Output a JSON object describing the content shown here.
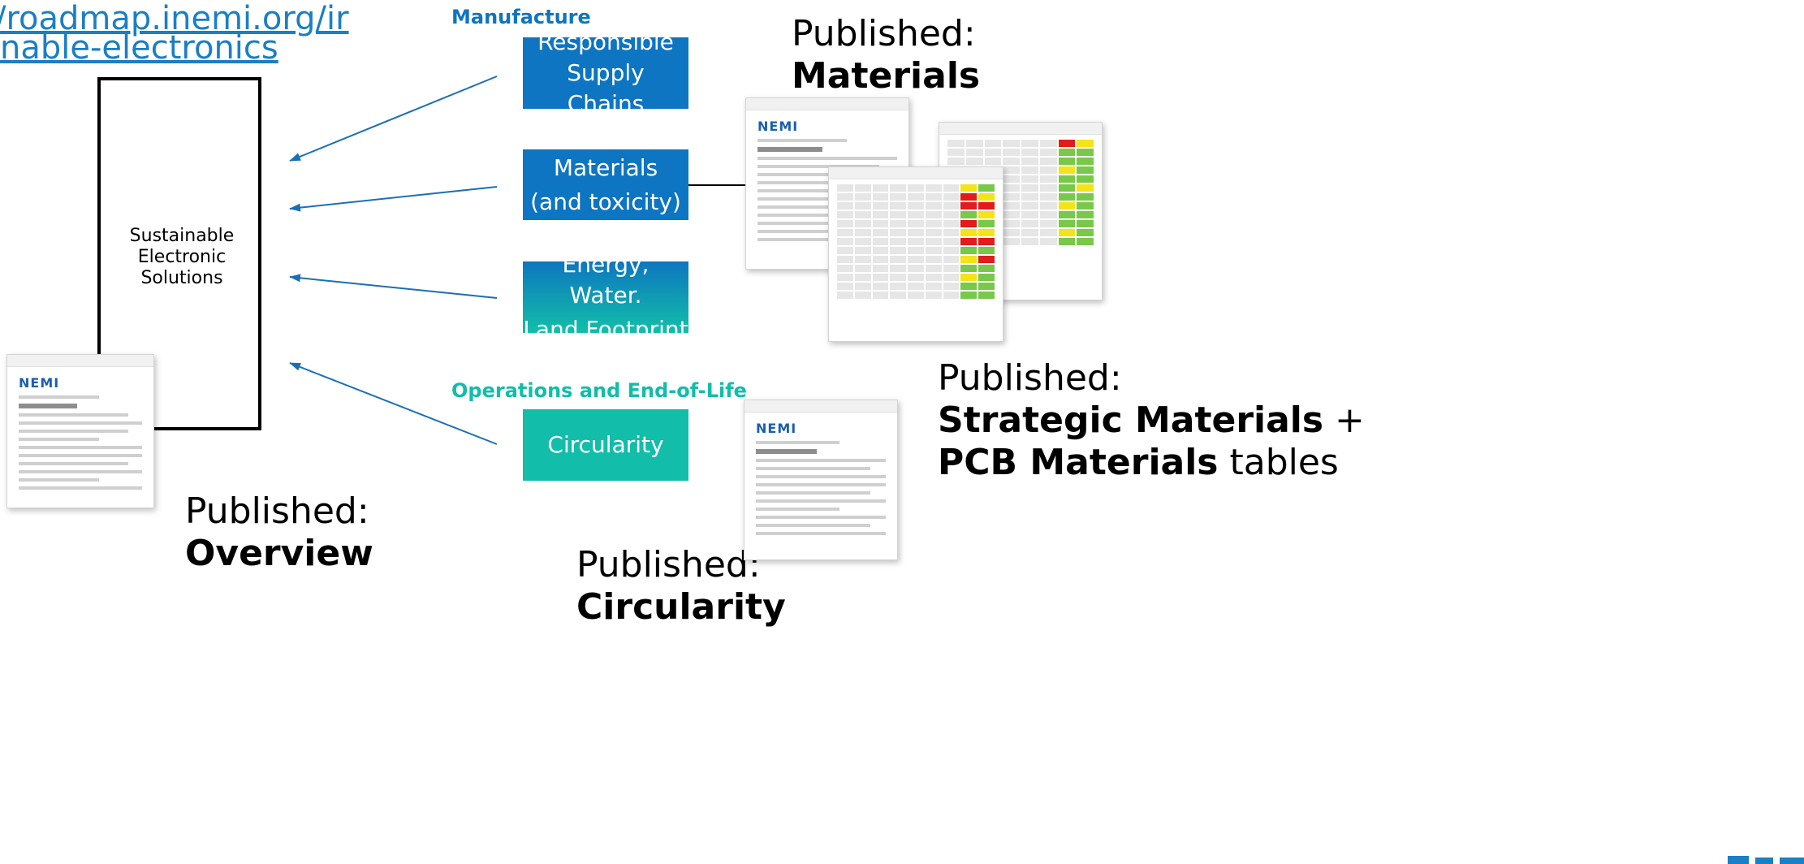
{
  "url": {
    "line1": "/roadmap.inemi.org/ir",
    "line2": "nable-electronics"
  },
  "sections": {
    "manufacture": "Manufacture",
    "operations": "Operations and End-of-Life"
  },
  "main_box": {
    "label": "Sustainable Electronic Solutions"
  },
  "topics": {
    "supply_chains": "Responsible Supply Chains",
    "materials_l1": "Materials",
    "materials_l2": "(and toxicity)",
    "energy_l1": "Energy, Water.",
    "energy_l2": "Land Footprint",
    "circularity": "Circularity"
  },
  "published": {
    "prefix": "Published:",
    "materials": "Materials",
    "overview": "Overview",
    "circularity": "Circularity",
    "strategic": "Strategic Materials",
    "plus": " +",
    "pcb": "PCB Materials",
    "tables": " tables"
  },
  "doc_logo": "NEMI",
  "colors": {
    "blue": "#0d75c2",
    "teal": "#12bda9",
    "link": "#1a7fc4",
    "arrow": "#1a6fb5"
  }
}
